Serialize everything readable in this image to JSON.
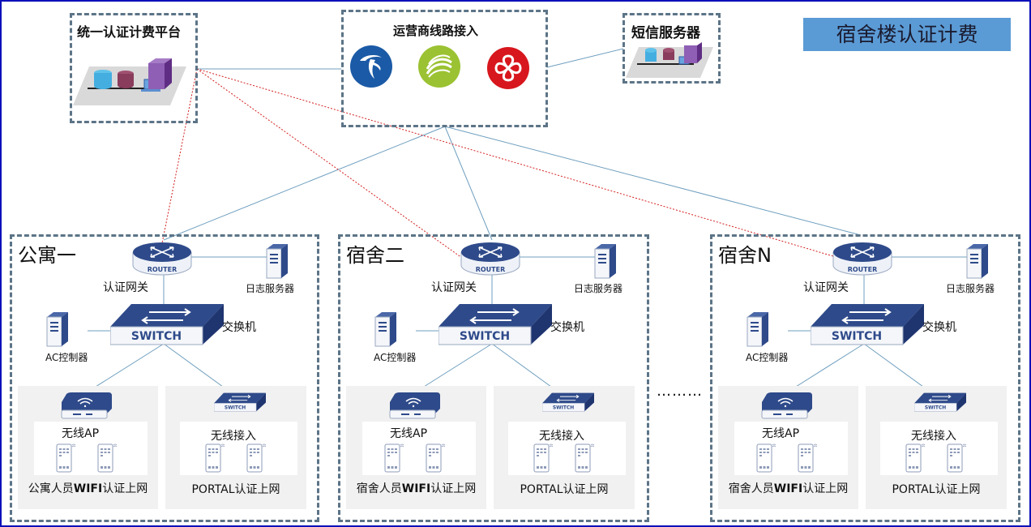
{
  "title": "宿舍楼认证计费",
  "top_nodes": {
    "auth_platform": {
      "label": "统一认证计费平台",
      "icon": "server-cluster-icon"
    },
    "carrier_access": {
      "label": "运营商线路接入",
      "carriers": [
        {
          "name": "China Telecom",
          "icon": "china-telecom-logo",
          "color": "#1b5aa6"
        },
        {
          "name": "China Mobile",
          "icon": "china-mobile-logo",
          "color": "#9bc232"
        },
        {
          "name": "China Unicom",
          "icon": "china-unicom-logo",
          "color": "#d7171d"
        }
      ]
    },
    "sms_server": {
      "label": "短信服务器",
      "icon": "server-cluster-icon"
    }
  },
  "ellipsis": "………",
  "buildings": [
    {
      "name": "公寓一",
      "router_text": "ROUTER",
      "gateway_label": "认证网关",
      "log_server_label": "日志服务器",
      "switch_text": "SWITCH",
      "switch_label": "交换机",
      "ac_label": "AC控制器",
      "ap": {
        "label": "无线AP",
        "caption_prefix": "公寓人员",
        "caption_bold": "WIFI",
        "caption_suffix": "认证上网"
      },
      "portal": {
        "switch_text": "SWITCH",
        "label": "无线接入",
        "caption": "PORTAL认证上网"
      }
    },
    {
      "name": "宿舍二",
      "router_text": "ROUTER",
      "gateway_label": "认证网关",
      "log_server_label": "日志服务器",
      "switch_text": "SWITCH",
      "switch_label": "交换机",
      "ac_label": "AC控制器",
      "ap": {
        "label": "无线AP",
        "caption_prefix": "宿舍人员",
        "caption_bold": "WIFI",
        "caption_suffix": "认证上网"
      },
      "portal": {
        "switch_text": "SWITCH",
        "label": "无线接入",
        "caption": "PORTAL认证上网"
      }
    },
    {
      "name": "宿舍N",
      "router_text": "ROUTER",
      "gateway_label": "认证网关",
      "log_server_label": "日志服务器",
      "switch_text": "SWITCH",
      "switch_label": "交换机",
      "ac_label": "AC控制器",
      "ap": {
        "label": "无线AP",
        "caption_prefix": "宿舍人员",
        "caption_bold": "WIFI",
        "caption_suffix": "认证上网"
      },
      "portal": {
        "switch_text": "SWITCH",
        "label": "无线接入",
        "caption": "PORTAL认证上网"
      }
    }
  ],
  "colors": {
    "frame": "#0a10b8",
    "dashed_border": "#5c7487",
    "title_bg": "#5b9bd5",
    "device_blue": "#2e4a8a",
    "link_line": "#6f9fbf",
    "auth_link": "#d42020"
  }
}
